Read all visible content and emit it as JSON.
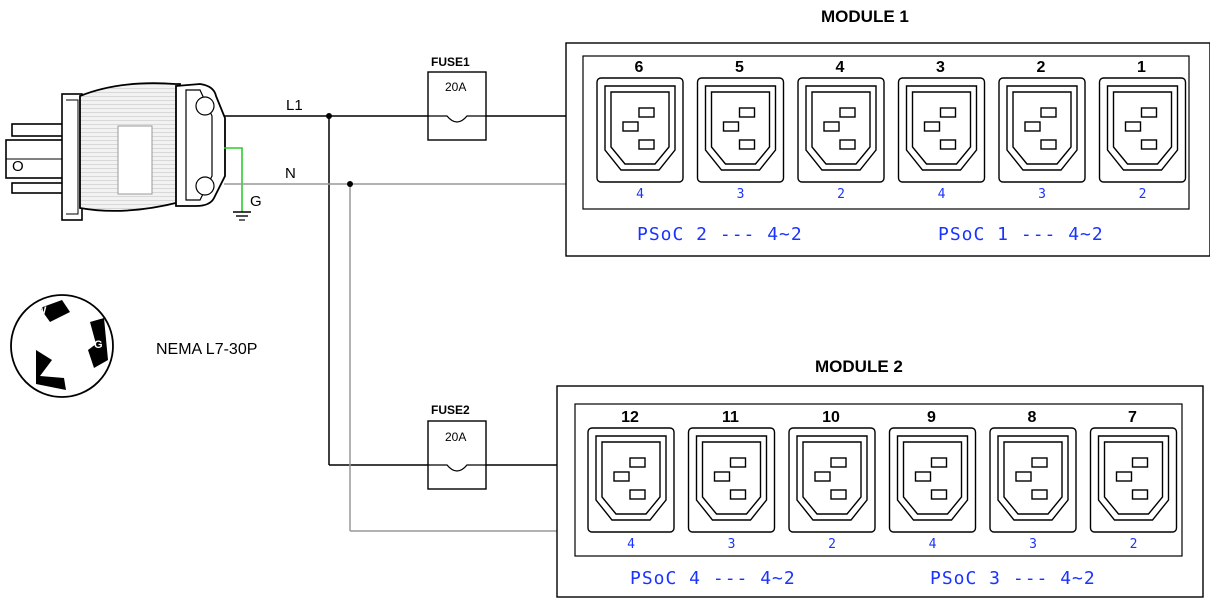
{
  "wires": {
    "l1": "L1",
    "n": "N",
    "g": "G"
  },
  "plug": {
    "label": "NEMA L7-30P",
    "pins": [
      "W",
      "G"
    ]
  },
  "fuses": [
    {
      "title": "FUSE1",
      "rating": "20A"
    },
    {
      "title": "FUSE2",
      "rating": "20A"
    }
  ],
  "modules": [
    {
      "title": "MODULE 1",
      "outlets": [
        {
          "num": "6",
          "sub": "4"
        },
        {
          "num": "5",
          "sub": "3"
        },
        {
          "num": "4",
          "sub": "2"
        },
        {
          "num": "3",
          "sub": "4"
        },
        {
          "num": "2",
          "sub": "3"
        },
        {
          "num": "1",
          "sub": "2"
        }
      ],
      "psoc": [
        "PSoC 2 --- 4~2",
        "PSoC 1 --- 4~2"
      ]
    },
    {
      "title": "MODULE 2",
      "outlets": [
        {
          "num": "12",
          "sub": "4"
        },
        {
          "num": "11",
          "sub": "3"
        },
        {
          "num": "10",
          "sub": "2"
        },
        {
          "num": "9",
          "sub": "4"
        },
        {
          "num": "8",
          "sub": "3"
        },
        {
          "num": "7",
          "sub": "2"
        }
      ],
      "psoc": [
        "PSoC 4 --- 4~2",
        "PSoC 3 --- 4~2"
      ]
    }
  ],
  "colors": {
    "ground_wire": "#2ecc2e",
    "neutral_wire": "#999999",
    "psoc_text": "#1a33ff"
  }
}
